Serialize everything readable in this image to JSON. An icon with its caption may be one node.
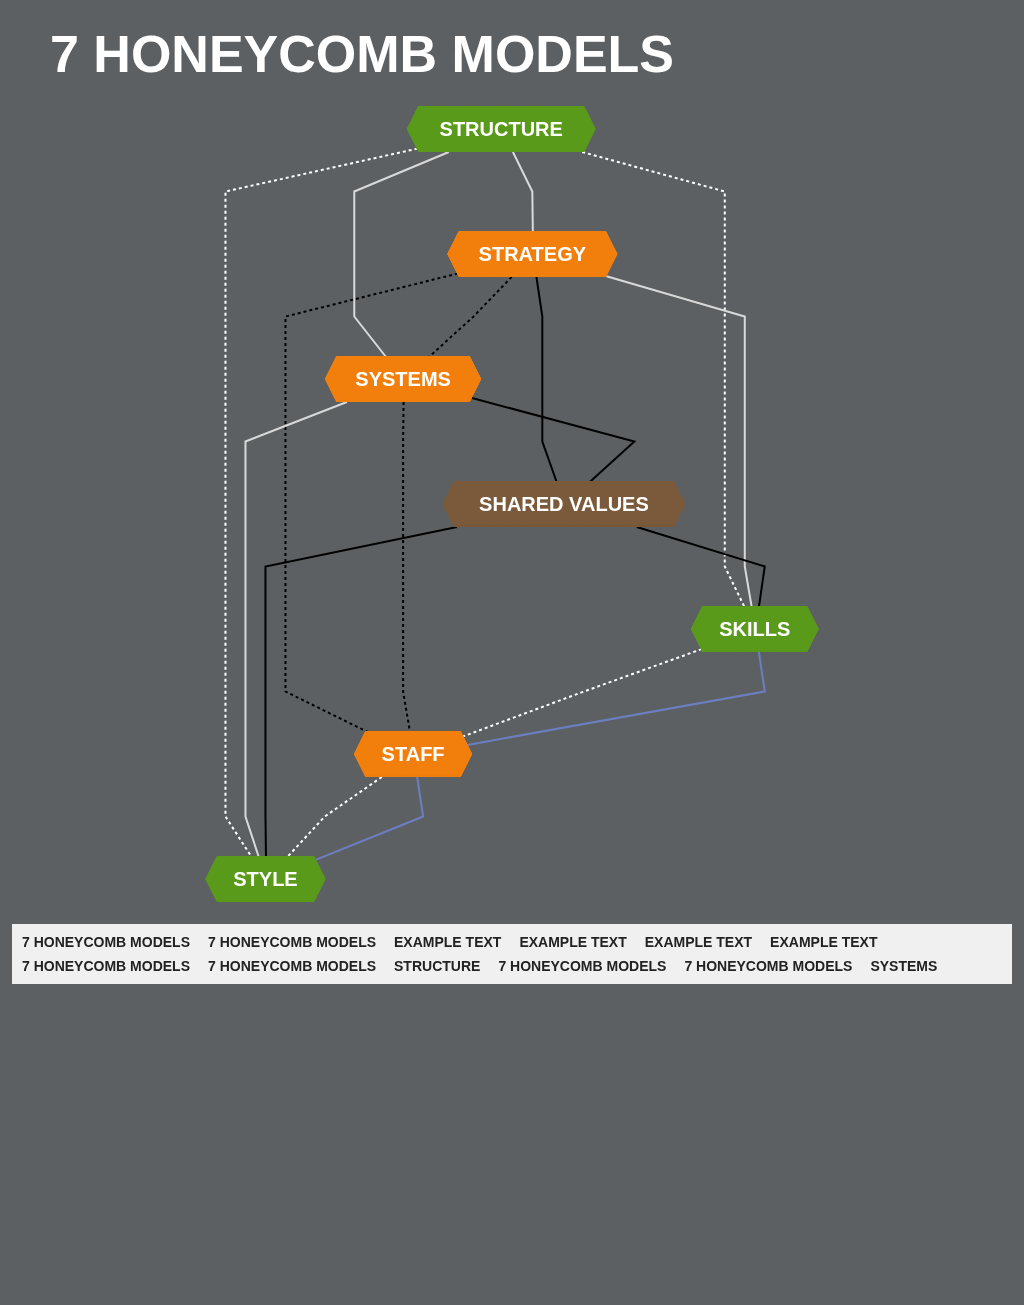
{
  "diagram": {
    "title": "7 HONEYCOMB MODELS",
    "nodes": [
      {
        "text": [
          "STRUCTURE"
        ]
      },
      {
        "text": [
          "STRATEGY"
        ]
      },
      {
        "text": [
          "SYSTEMS"
        ]
      },
      {
        "text": [
          "SHARED VALUES"
        ]
      },
      {
        "text": [
          "SKILLS"
        ]
      },
      {
        "text": [
          "STYLE"
        ]
      },
      {
        "text": [
          "STAFF"
        ]
      }
    ],
    "edges": [
      {
        "from": 0,
        "to": 1,
        "arrow": "none",
        "color": "#d9d9d9"
      },
      {
        "from": 0,
        "to": 4,
        "arrow": "none",
        "style": "dashed",
        "color": "#ffffff"
      },
      {
        "from": 0,
        "to": 2,
        "arrow": "none",
        "color": "#d9d9d9"
      },
      {
        "from": 0,
        "to": 5,
        "arrow": "none",
        "style": "dashed",
        "color": "#ffffff"
      },
      {
        "from": 1,
        "to": 2,
        "arrow": "none",
        "style": "dashed",
        "color": "#000000"
      },
      {
        "from": 1,
        "to": 4,
        "arrow": "none",
        "color": "#d9d9d9"
      },
      {
        "from": 1,
        "to": 3,
        "arrow": "none",
        "color": "#000000"
      },
      {
        "from": 1,
        "to": 6,
        "arrow": "none",
        "style": "dashed",
        "color": "#000000"
      },
      {
        "from": 2,
        "to": 3,
        "arrow": "none",
        "color": "#000000"
      },
      {
        "from": 2,
        "to": 6,
        "arrow": "none",
        "style": "dashed",
        "color": "#000000"
      },
      {
        "from": 2,
        "to": 5,
        "arrow": "none",
        "color": "#d9d9d9"
      },
      {
        "from": 3,
        "to": 4,
        "arrow": "none",
        "color": "#000000"
      },
      {
        "from": 3,
        "to": 5,
        "arrow": "none",
        "color": "#000000"
      },
      {
        "from": 4,
        "to": 6,
        "arrow": "none",
        "style": "dashed",
        "color": "#ffffff"
      },
      {
        "from": 4,
        "to": 6,
        "arrow": "none",
        "color": "#6b7fc0"
      },
      {
        "from": 6,
        "to": 5,
        "arrow": "none",
        "style": "dashed",
        "color": "#ffffff"
      },
      {
        "from": 6,
        "to": 5,
        "arrow": "none",
        "color": "#6b7fc0"
      }
    ],
    "labels": [
      "7 HONEYCOMB MODELS",
      "7 HONEYCOMB MODELS",
      "EXAMPLE TEXT",
      "EXAMPLE TEXT",
      "EXAMPLE TEXT",
      "EXAMPLE TEXT",
      "7 HONEYCOMB MODELS",
      "7 HONEYCOMB MODELS",
      "STRUCTURE",
      "7 HONEYCOMB MODELS",
      "7 HONEYCOMB MODELS",
      "SYSTEMS"
    ]
  }
}
